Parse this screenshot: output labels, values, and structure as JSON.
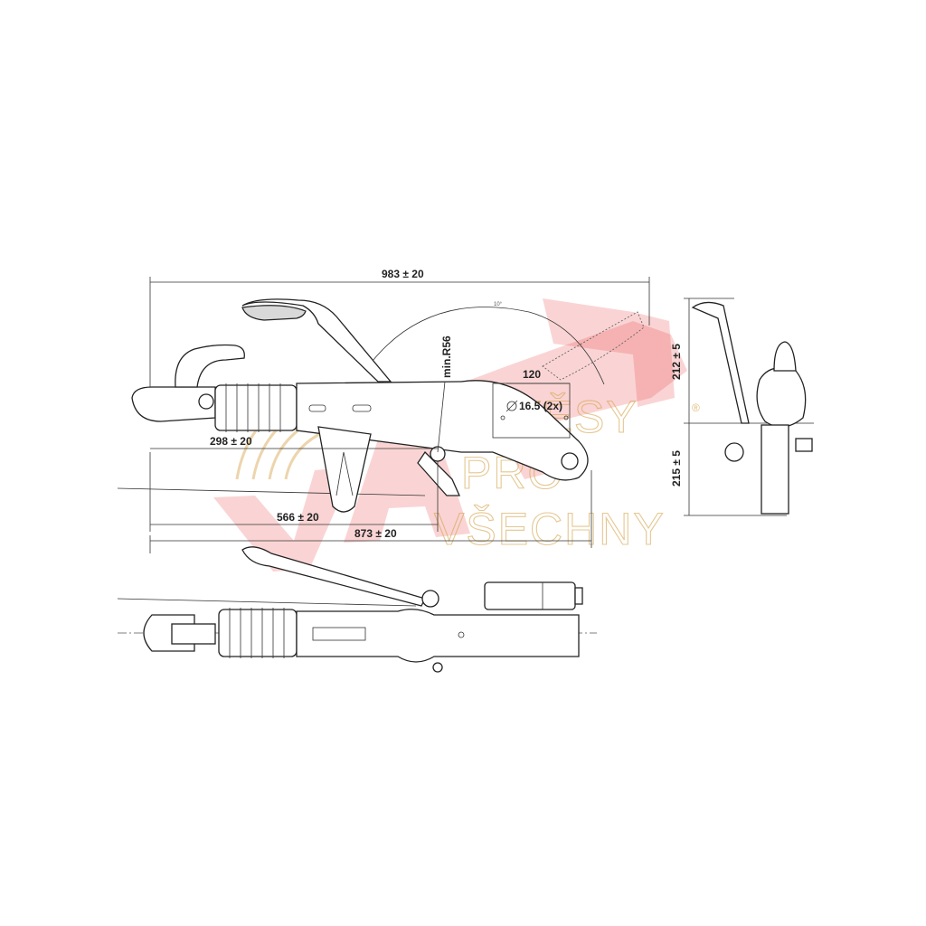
{
  "dimensions": {
    "overall_length": "983 ± 20",
    "coupling_to_ring": "298 ± 20",
    "to_bracket": "566 ± 20",
    "to_rear": "873 ± 20",
    "hole_spacing": "120",
    "hole_diameter": "16.5 (2x)",
    "min_radius": "min.R56",
    "handle_height": "212 ± 5",
    "coupling_height": "215 ± 5",
    "arc_angle": "10°"
  },
  "watermark": {
    "line1": "PŘÍVĚSY",
    "line2": "PRO",
    "line3": "VŠECHNY",
    "registered": "®"
  },
  "colors": {
    "line": "#222222",
    "watermark_red": "#e63a3a",
    "watermark_gold": "#d4a24a"
  }
}
